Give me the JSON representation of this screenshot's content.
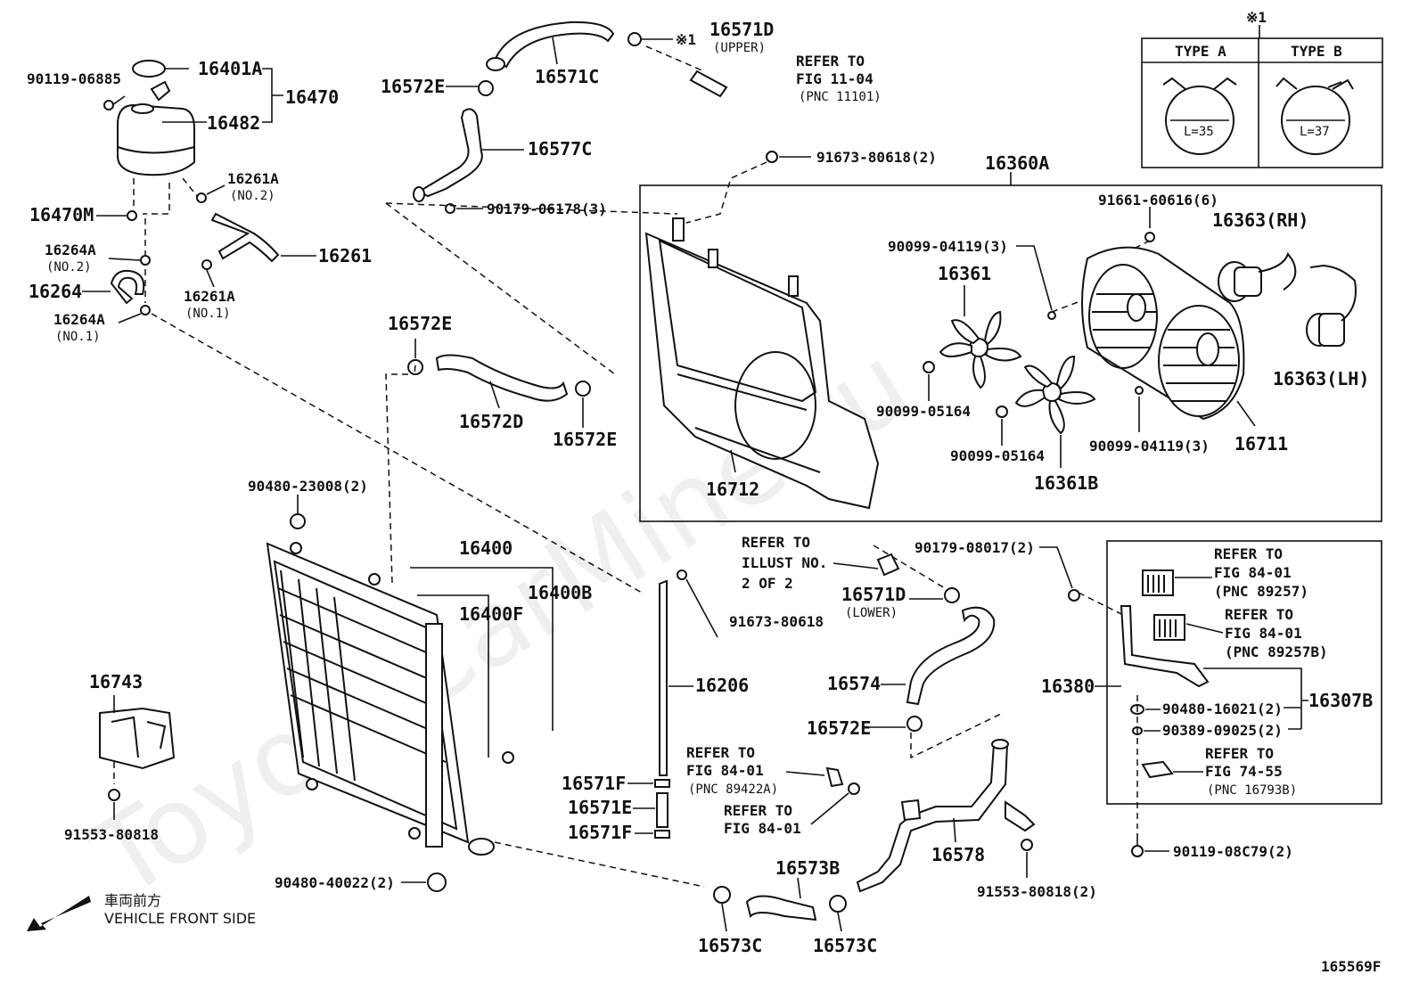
{
  "watermark": "ToyotaCarMine.ru",
  "diagram_id": "165569F",
  "vehicle_front": {
    "jp": "車両前方",
    "en": "VEHICLE FRONT SIDE"
  },
  "clip_types": {
    "note": "※1",
    "type_a": {
      "label": "TYPE A",
      "dim": "L=35"
    },
    "type_b": {
      "label": "TYPE B",
      "dim": "L=37"
    }
  },
  "labels": {
    "p90119_06885": "90119-06885",
    "p16401A": "16401A",
    "p16470": "16470",
    "p16482": "16482",
    "p16261A_no2": "16261A",
    "no2": "(NO.2)",
    "p16470M": "16470M",
    "p16264A_no2": "16264A",
    "p16261": "16261",
    "p16264": "16264",
    "p16261A_no1": "16261A",
    "no1": "(NO.1)",
    "p16264A_no1": "16264A",
    "p16571D_upper": "16571D",
    "upper": "(UPPER)",
    "star1": "※1",
    "p16571C": "16571C",
    "p16572E_a": "16572E",
    "p16577C": "16577C",
    "p90179_06178": "90179-06178(3)",
    "refer_to": "REFER TO",
    "fig_11_04": "FIG 11-04",
    "pnc_11101": "(PNC 11101)",
    "p91673_80618_2": "91673-80618(2)",
    "p16360A": "16360A",
    "p91661_60616": "91661-60616(6)",
    "p16363_rh": "16363(RH)",
    "p90099_04119_a": "90099-04119(3)",
    "p16361": "16361",
    "p16363_lh": "16363(LH)",
    "p90099_05164_a": "90099-05164",
    "p90099_05164_b": "90099-05164",
    "p90099_04119_b": "90099-04119(3)",
    "p16711": "16711",
    "p16712": "16712",
    "p16361B": "16361B",
    "p16572E_b": "16572E",
    "p16572D": "16572D",
    "p16572E_c": "16572E",
    "p90480_23008": "90480-23008(2)",
    "p16400": "16400",
    "p16400B": "16400B",
    "p16400F": "16400F",
    "p91673_80618": "91673-80618",
    "p16206": "16206",
    "refer_illust_1": "REFER TO",
    "refer_illust_2": "ILLUST NO.",
    "refer_illust_3": "2 OF 2",
    "p16571D_lower": "16571D",
    "lower": "(LOWER)",
    "p90179_08017": "90179-08017(2)",
    "p16574": "16574",
    "p16572E_d": "16572E",
    "p16743": "16743",
    "p91553_80818_a": "91553-80818",
    "p16571F_a": "16571F",
    "p16571E": "16571E",
    "p16571F_b": "16571F",
    "refer_89422A_1": "REFER TO",
    "refer_89422A_2": "FIG 84-01",
    "refer_89422A_3": "(PNC 89422A)",
    "refer_8401_1": "REFER TO",
    "refer_8401_2": "FIG 84-01",
    "p16578": "16578",
    "p91553_80818_b": "91553-80818(2)",
    "p90480_40022": "90480-40022(2)",
    "p16573B": "16573B",
    "p16573C_a": "16573C",
    "p16573C_b": "16573C",
    "ref_89257_1": "REFER TO",
    "ref_89257_2": "FIG 84-01",
    "ref_89257_3": "(PNC 89257)",
    "ref_89257B_1": "REFER TO",
    "ref_89257B_2": "FIG 84-01",
    "ref_89257B_3": "(PNC 89257B)",
    "p16380": "16380",
    "p90480_16021": "90480-16021(2)",
    "p16307B": "16307B",
    "p90389_09025": "90389-09025(2)",
    "ref_7455_1": "REFER TO",
    "ref_7455_2": "FIG 74-55",
    "ref_7455_3": "(PNC 16793B)",
    "p90119_08C79": "90119-08C79(2)"
  }
}
